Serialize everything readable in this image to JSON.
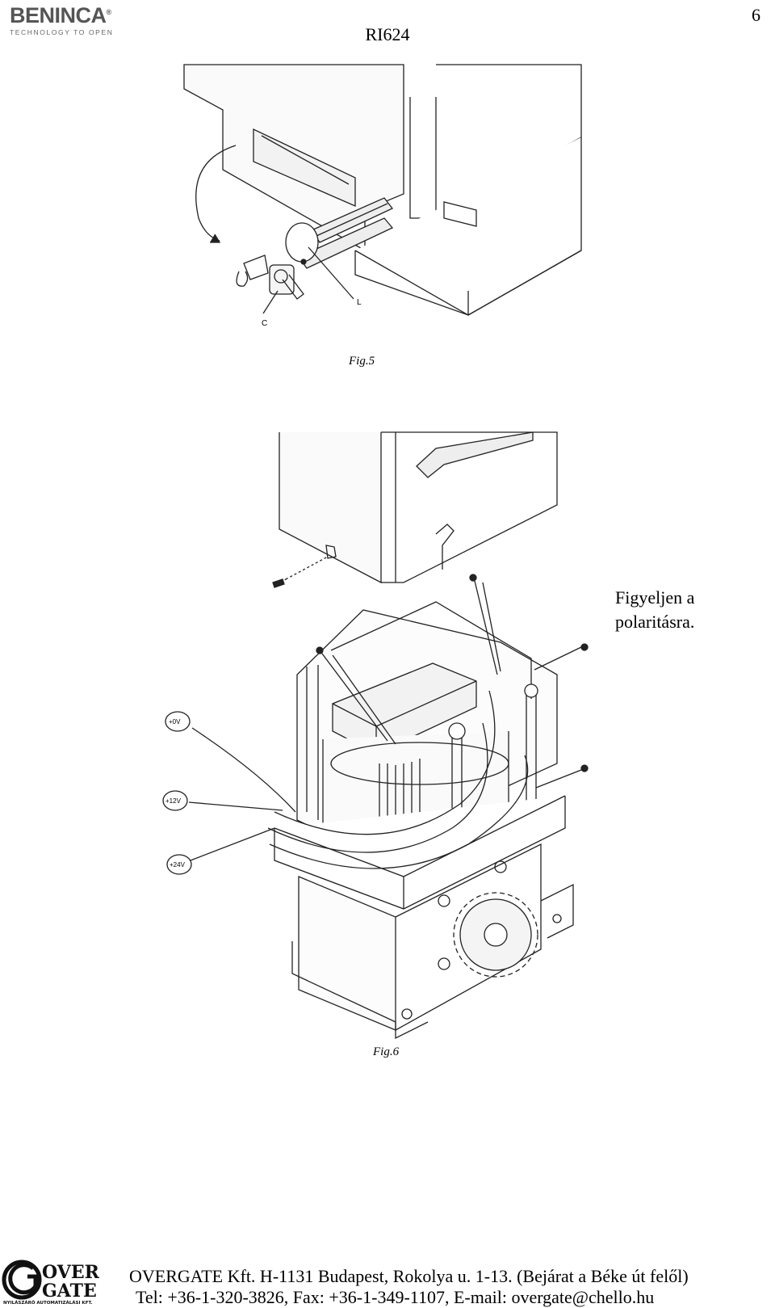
{
  "header": {
    "brand": "BENINCA",
    "brand_mark": "®",
    "tagline": "TECHNOLOGY TO OPEN",
    "doc_title": "RI624",
    "page_number": "6"
  },
  "figure5": {
    "caption": "Fig.5",
    "label_c": "C",
    "label_l": "L"
  },
  "figure6": {
    "caption": "Fig.6",
    "label_0v": "+0V",
    "label_12v": "+12V",
    "label_24v": "+24V"
  },
  "note": {
    "line1": "Figyeljen a",
    "line2": "polaritásra."
  },
  "footer": {
    "logo_over": "OVER",
    "logo_gate": "GATE",
    "logo_sub": "NYILÁSZÁRÓ AUTOMATIZÁLÁSI KFT.",
    "line1": "OVERGATE Kft. H-1131 Budapest, Rokolya u. 1-13. (Bejárat a Béke út felől)",
    "line2": "Tel: +36-1-320-3826, Fax: +36-1-349-1107, E-mail: overgate@chello.hu"
  }
}
